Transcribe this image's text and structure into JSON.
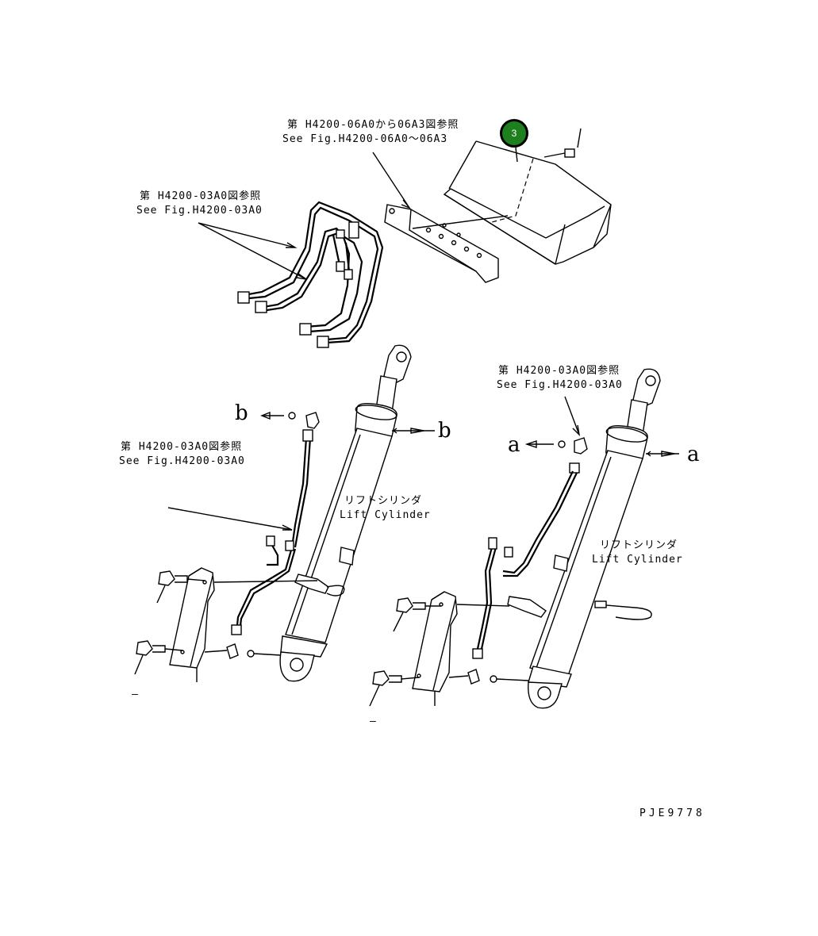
{
  "labels": {
    "ref_top_jp": "第 H4200-06A0から06A3図参照",
    "ref_top_en": "See Fig.H4200-06A0～06A3",
    "ref_left_jp": "第 H4200-03A0図参照",
    "ref_left_en": "See Fig.H4200-03A0",
    "ref_mid_jp": "第 H4200-03A0図参照",
    "ref_mid_en": "See Fig.H4200-03A0",
    "ref_right_jp": "第 H4200-03A0図参照",
    "ref_right_en": "See Fig.H4200-03A0",
    "cyl_left_jp": "リフトシリンダ",
    "cyl_left_en": "Lift Cylinder",
    "cyl_right_jp": "リフトシリンダ",
    "cyl_right_en": "Lift Cylinder",
    "mark_b_left": "b",
    "mark_b_right": "b",
    "mark_a_left": "a",
    "mark_a_right": "a",
    "dash_left": "–",
    "dash_right": "–",
    "drawing_no": "PJE9778"
  },
  "callouts": [
    {
      "number": "3",
      "color": "#1e7f1e"
    }
  ]
}
